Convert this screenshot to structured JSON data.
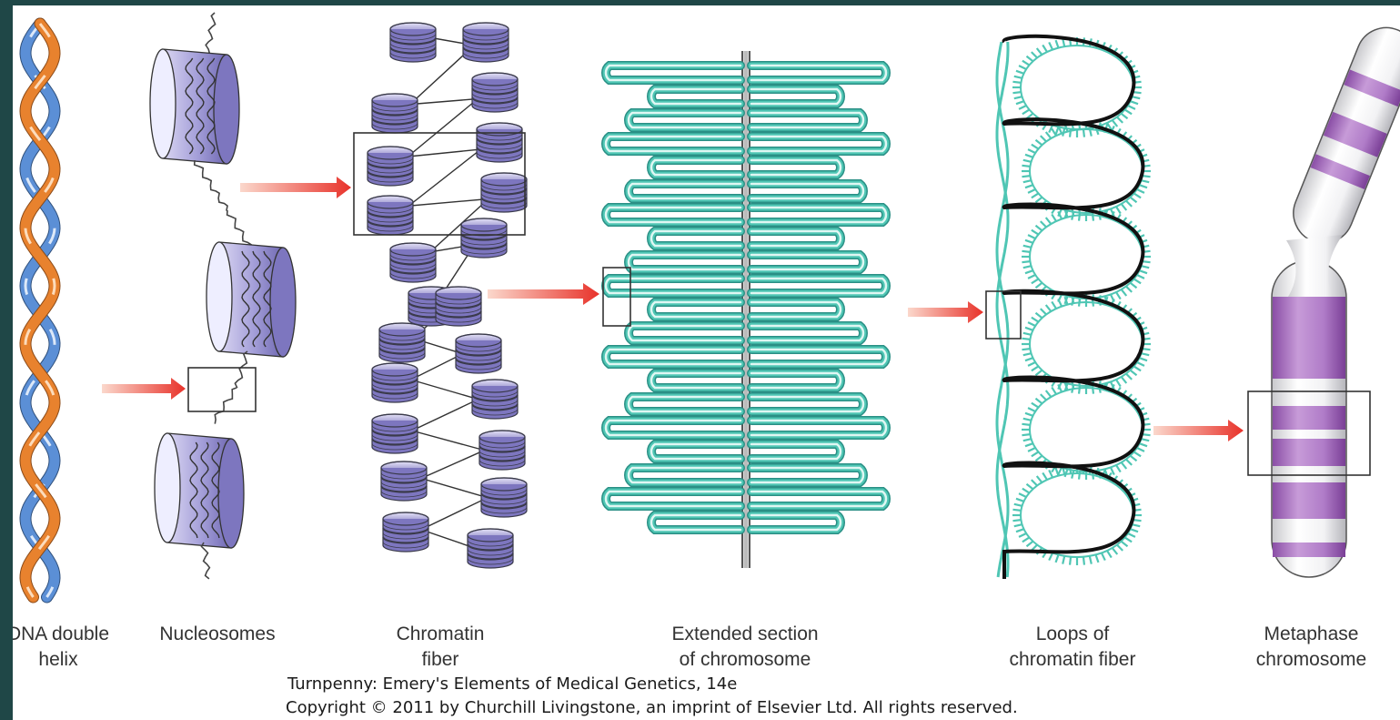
{
  "labels": {
    "dna": {
      "line1": "DNA double",
      "line2": "helix"
    },
    "nucleosomes": {
      "line1": "Nucleosomes"
    },
    "chromatin": {
      "line1": "Chromatin",
      "line2": "fiber"
    },
    "extended": {
      "line1": "Extended section",
      "line2": "of chromosome"
    },
    "loops": {
      "line1": "Loops of",
      "line2": "chromatin fiber"
    },
    "metaphase": {
      "line1": "Metaphase",
      "line2": "chromosome"
    }
  },
  "credit": {
    "line1": "Turnpenny: Emery's Elements of Medical Genetics, 14e",
    "line2": "Copyright © 2011 by Churchill Livingstone, an imprint of Elsevier Ltd. All rights reserved."
  },
  "colors": {
    "frame": "#1f4747",
    "dna_strand_a": "#e8822e",
    "dna_strand_b": "#5b8fd6",
    "nucleosome": "#8f88cc",
    "chromatin_loop": "#4fc6b4",
    "metaphase_band": "#a05cb8",
    "arrow": "#e8322a"
  }
}
